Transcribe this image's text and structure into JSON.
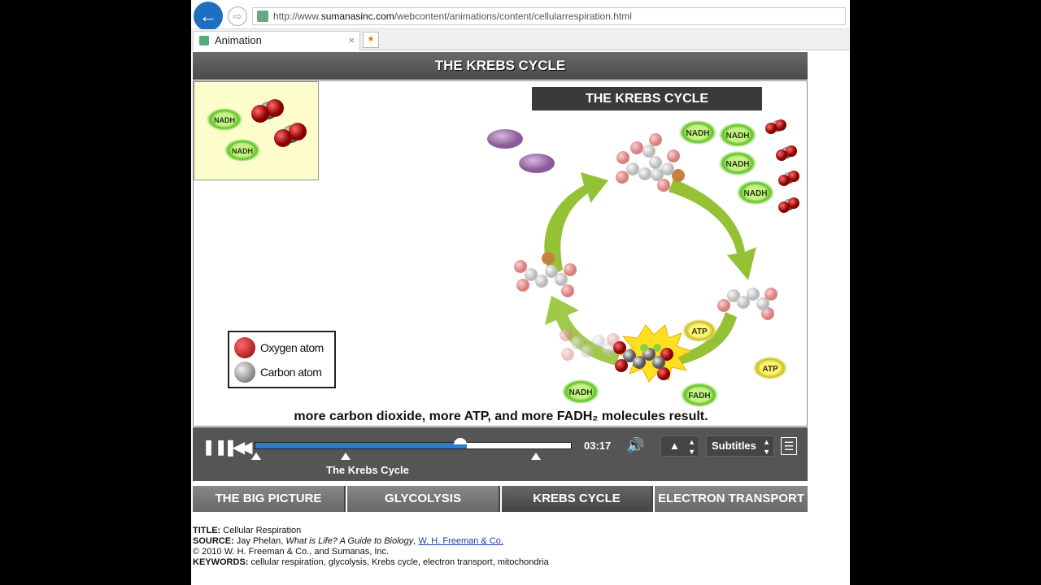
{
  "browser": {
    "url_prefix": "http://www.",
    "url_domain": "sumanasinc.com",
    "url_path": "/webcontent/animations/content/cellularrespiration.html",
    "tab_title": "Animation",
    "tab_close": "×",
    "back_icon": "arrow-left-icon",
    "forward_icon": "arrow-right-icon"
  },
  "app": {
    "title": "THE KREBS CYCLE",
    "stage_label": "THE KREBS CYCLE",
    "caption": "more carbon dioxide, more ATP, and more FADH₂ molecules result.",
    "legend": {
      "oxygen": "Oxygen atom",
      "carbon": "Carbon atom"
    },
    "molecules": {
      "nadh": "NADH",
      "atp": "ATP",
      "fadh": "FADH",
      "fadh_full": "FADH₂"
    },
    "colors": {
      "arrow_green": "#8fbf2a",
      "nadh_glow": "#7ed23a",
      "atp_glow": "#e8e030",
      "oxygen": "#c01818",
      "carbon": "#9a9a9a"
    }
  },
  "player": {
    "pause_icon": "pause-icon",
    "rewind_icon": "rewind-icon",
    "progress_fraction": 0.67,
    "knob_fraction": 0.65,
    "time": "03:17",
    "chapter_label": "The Krebs Cycle",
    "volume_icon": "speaker-icon",
    "subtitles_label": "Subtitles",
    "menu_icon": "menu-icon"
  },
  "nav": {
    "tabs": [
      "THE BIG PICTURE",
      "GLYCOLYSIS",
      "KREBS CYCLE",
      "ELECTRON TRANSPORT"
    ],
    "active": 2
  },
  "meta": {
    "title_label": "TITLE:",
    "title_value": "Cellular Respiration",
    "source_label": "SOURCE:",
    "source_author": "Jay Phelan, ",
    "source_book": "What is Life? A Guide to Biology",
    "source_sep": ", ",
    "source_publisher": "W. H. Freeman & Co.",
    "copyright": "© 2010 W. H. Freeman & Co., and Sumanas, Inc.",
    "keywords_label": "KEYWORDS:",
    "keywords_value": "cellular respiration, glycolysis, Krebs cycle, electron transport, mitochondria"
  }
}
